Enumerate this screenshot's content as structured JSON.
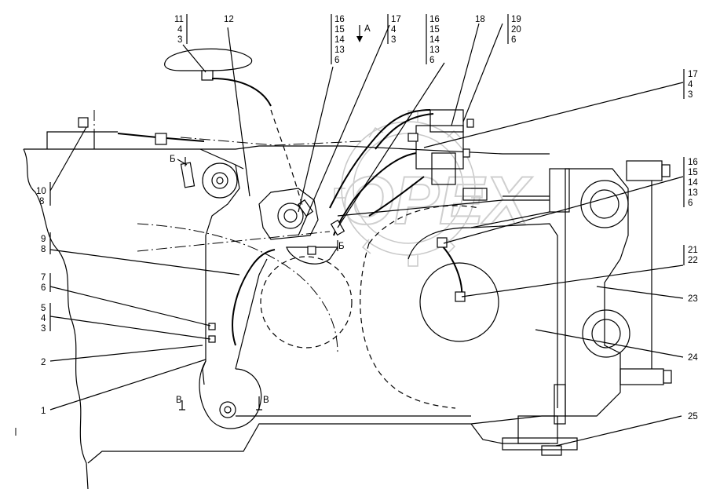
{
  "diagram": {
    "top_callouts": [
      {
        "id": "c1",
        "lines": [
          "11",
          "4",
          "3"
        ]
      },
      {
        "id": "c2",
        "lines": [
          "12"
        ]
      },
      {
        "id": "c3",
        "lines": [
          "16",
          "15",
          "14",
          "13",
          "6"
        ]
      },
      {
        "id": "c4",
        "lines": [
          "17",
          "4",
          "3"
        ]
      },
      {
        "id": "c5",
        "lines": [
          "16",
          "15",
          "14",
          "13",
          "6"
        ]
      },
      {
        "id": "c6",
        "lines": [
          "18"
        ]
      },
      {
        "id": "c7",
        "lines": [
          "19",
          "20",
          "6"
        ]
      }
    ],
    "right_callouts": [
      {
        "id": "r1",
        "lines": [
          "17",
          "4",
          "3"
        ]
      },
      {
        "id": "r2",
        "lines": [
          "16",
          "15",
          "14",
          "13",
          "6"
        ]
      },
      {
        "id": "r3",
        "lines": [
          "21",
          "22"
        ]
      },
      {
        "id": "r4",
        "lines": [
          "23"
        ]
      },
      {
        "id": "r5",
        "lines": [
          "24"
        ]
      },
      {
        "id": "r6",
        "lines": [
          "25"
        ]
      }
    ],
    "left_callouts": [
      {
        "id": "l1",
        "lines": [
          "10",
          "8"
        ]
      },
      {
        "id": "l2",
        "lines": [
          "9",
          "8"
        ]
      },
      {
        "id": "l3",
        "lines": [
          "7",
          "6"
        ]
      },
      {
        "id": "l4",
        "lines": [
          "5",
          "4",
          "3"
        ]
      },
      {
        "id": "l5",
        "lines": [
          "2"
        ]
      },
      {
        "id": "l6",
        "lines": [
          "1"
        ]
      }
    ],
    "view_markers": {
      "a_top": "A",
      "b_left": "Б",
      "b_center": "Б",
      "v_left": "В",
      "v_right": "В"
    },
    "watermark_text": "OPEX"
  }
}
